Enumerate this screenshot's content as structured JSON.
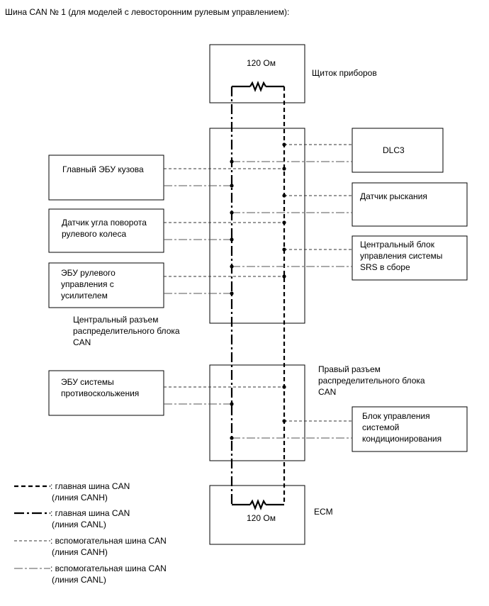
{
  "title": "Шина CAN № 1 (для моделей с левосторонним рулевым управлением):",
  "components": {
    "meter": {
      "resistor": "120 Ом",
      "label": "Щиток приборов"
    },
    "central_junction": {
      "label": [
        "Центральный разъем",
        "распределительного блока",
        "CAN"
      ]
    },
    "right_junction": {
      "label": [
        "Правый разъем",
        "распределительного блока",
        "CAN"
      ]
    },
    "ecm": {
      "resistor": "120 Ом",
      "label": "ECM"
    },
    "dlc3": "DLC3",
    "body_ecu": [
      "Главный ЭБУ кузова"
    ],
    "steering_sensor": [
      "Датчик угла поворота",
      "рулевого колеса"
    ],
    "eps_ecu": [
      "ЭБУ рулевого",
      "управления с",
      "усилителем"
    ],
    "yaw_sensor": [
      "Датчик рыскания"
    ],
    "airbag_ecu": [
      "Центральный блок",
      "управления системы",
      "SRS в сборе"
    ],
    "skid_ecu": [
      "ЭБУ системы",
      "противоскольжения"
    ],
    "ac_ecu": [
      "Блок управления",
      "системой",
      "кондиционирования"
    ]
  },
  "legend": [
    {
      "style": "main-h",
      "line1": ": главная шина CAN",
      "line2": "(линия CANH)"
    },
    {
      "style": "main-l",
      "line1": ": главная шина CAN",
      "line2": "(линия CANL)"
    },
    {
      "style": "sub-h",
      "line1": ": вспомогательная шина CAN",
      "line2": "(линия CANH)"
    },
    {
      "style": "sub-l",
      "line1": ": вспомогательная шина CAN",
      "line2": "(линия CANL)"
    }
  ]
}
